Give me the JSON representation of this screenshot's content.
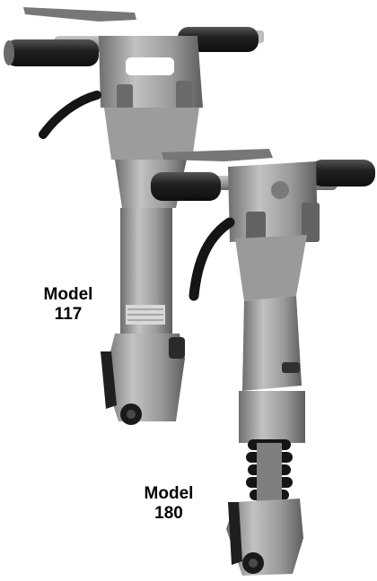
{
  "colors": {
    "background": "#ffffff",
    "tool_body": "#8f8f8f",
    "tool_highlight": "#c4c4c4",
    "tool_shadow": "#5a5a5a",
    "grip": "#1c1c1c",
    "label_text": "#000000"
  },
  "products": [
    {
      "name": "Model",
      "number": "117"
    },
    {
      "name": "Model",
      "number": "180"
    }
  ]
}
